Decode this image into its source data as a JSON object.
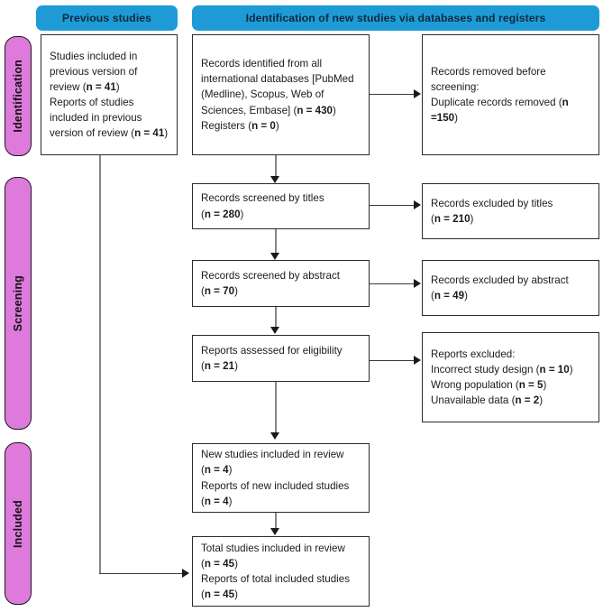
{
  "headers": [
    {
      "id": "previous-studies",
      "label": "Previous studies"
    },
    {
      "id": "identification-new",
      "label": "Identification of new studies via databases and registers"
    }
  ],
  "phases": [
    {
      "id": "identification",
      "label": "Identification"
    },
    {
      "id": "screening",
      "label": "Screening"
    },
    {
      "id": "included",
      "label": "Included"
    }
  ],
  "boxes": {
    "previous_studies": {
      "line1": "Studies included in",
      "line2": "previous version of",
      "line3": "review (",
      "n1_label": "n = 41",
      "line4": "Reports of studies",
      "line5": "included in previous",
      "line6": "version of review (",
      "n2_label": "n = 41"
    },
    "records_identified": {
      "text_a": "Records identified from all\ninternational databases [PubMed\n(Medline), Scopus, Web of\nSciences, Embase] (",
      "n_records": "n = 430",
      "text_b": ")\nRegisters (",
      "n_registers": "n = 0",
      "text_c": ")"
    },
    "records_removed": {
      "text_a": "Records removed before\nscreening:\nDuplicate records removed (",
      "n_duplicates": "n\n=150",
      "text_b": ")"
    },
    "screened_titles": {
      "text_a": "Records screened by titles\n(",
      "n": "n = 280",
      "text_b": ")"
    },
    "excluded_titles": {
      "text_a": "Records excluded by titles\n(",
      "n": "n = 210",
      "text_b": ")"
    },
    "screened_abstract": {
      "text_a": "Records screened by abstract\n(",
      "n": "n = 70",
      "text_b": ")"
    },
    "excluded_abstract": {
      "text_a": "Records excluded by abstract\n(",
      "n": "n = 49",
      "text_b": ")"
    },
    "assessed_eligibility": {
      "text_a": "Reports assessed for eligibility\n(",
      "n": "n = 21",
      "text_b": ")"
    },
    "reports_excluded": {
      "text_a": "Reports excluded:\nIncorrect study design (",
      "n_design": "n = 10",
      "text_b": ")\nWrong population (",
      "n_population": "n = 5",
      "text_c": ")\nUnavailable data (",
      "n_data": "n = 2",
      "text_d": ")"
    },
    "new_included": {
      "text_a": "New studies included in review\n(",
      "n1": "n = 4",
      "text_b": ")\nReports of new included studies\n(",
      "n2": "n = 4",
      "text_c": ")"
    },
    "total_included": {
      "text_a": "Total studies included in review\n(",
      "n1": "n = 45",
      "text_b": ")\nReports of total included studies\n(",
      "n2": "n = 45",
      "text_c": ")"
    }
  },
  "colors": {
    "header_blue": "#1e9bd7",
    "phase_pink": "#dd7adb",
    "box_border": "#2b2b2b",
    "connector_gray": "#868686",
    "arrow_black": "#1a1a1a"
  }
}
